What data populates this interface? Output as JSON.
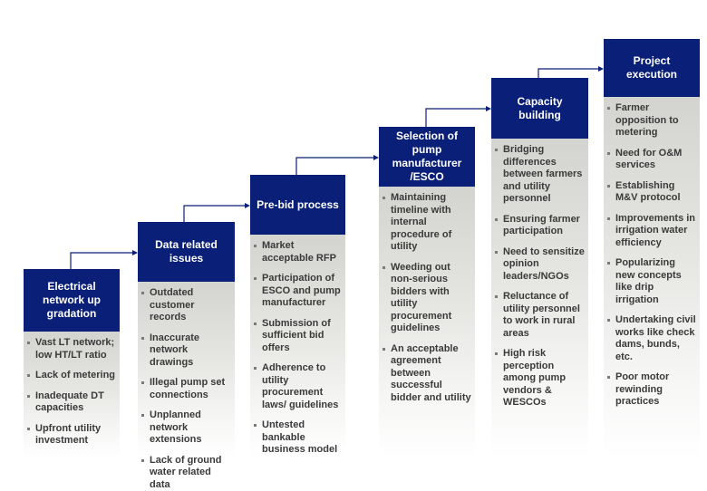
{
  "stages": [
    {
      "title": "Electrical network up gradation",
      "items": [
        "Vast LT network; low HT/LT ratio",
        "Lack of metering",
        "Inadequate DT capacities",
        "Upfront utility investment"
      ]
    },
    {
      "title": "Data related issues",
      "items": [
        "Outdated customer records",
        "Inaccurate network drawings",
        "Illegal pump set connections",
        "Unplanned network extensions",
        "Lack of ground water related data"
      ]
    },
    {
      "title": "Pre-bid process",
      "items": [
        "Market acceptable RFP",
        "Participation of ESCO and pump manufacturer",
        "Submission of sufficient bid offers",
        "Adherence to utility procurement laws/ guidelines",
        "Untested bankable business model"
      ]
    },
    {
      "title": "Selection of pump manufacturer /ESCO",
      "items": [
        "Maintaining timeline with internal procedure of utility",
        "Weeding out non-serious bidders with utility procurement guidelines",
        "An acceptable agreement between successful bidder and utility"
      ]
    },
    {
      "title": "Capacity building",
      "items": [
        "Bridging differences between farmers and utility personnel",
        "Ensuring farmer participation",
        "Need to sensitize opinion leaders/NGOs",
        "Reluctance of utility personnel to work in rural areas",
        "High risk perception among pump vendors & WESCOs"
      ]
    },
    {
      "title": "Project execution",
      "items": [
        "Farmer opposition to metering",
        "Need for O&M services",
        "Establishing M&V protocol",
        "Improvements in irrigation water efficiency",
        "Popularizing new concepts like drip irrigation",
        "Undertaking civil works like check dams, bunds, etc.",
        "Poor motor rewinding practices"
      ]
    }
  ]
}
